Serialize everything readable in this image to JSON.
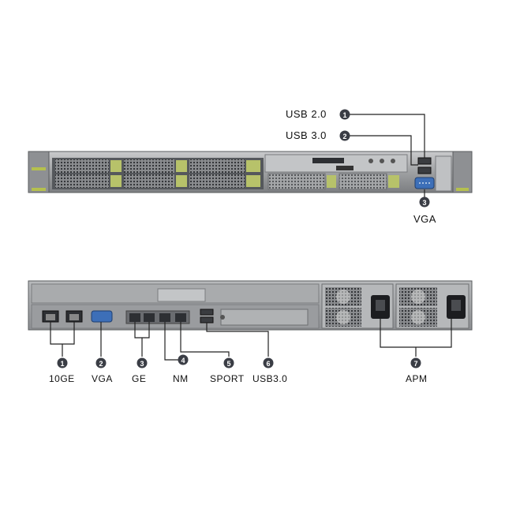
{
  "front_panel": {
    "callouts": [
      {
        "number": "1",
        "label": "USB 2.0"
      },
      {
        "number": "2",
        "label": "USB 3.0"
      },
      {
        "number": "3",
        "label": "VGA"
      }
    ]
  },
  "rear_panel": {
    "callouts": [
      {
        "number": "1",
        "label": "10GE"
      },
      {
        "number": "2",
        "label": "VGA"
      },
      {
        "number": "3",
        "label": "GE"
      },
      {
        "number": "4",
        "label": "NM"
      },
      {
        "number": "5",
        "label": "SPORT"
      },
      {
        "number": "6",
        "label": "USB3.0"
      },
      {
        "number": "7",
        "label": "APM"
      }
    ]
  },
  "colors": {
    "chassis": "#9a9c9e",
    "chassis_dark": "#5e6064",
    "drive_green": "#b7c26a",
    "badge": "#3a3d45",
    "vga_blue": "#3d6fb8",
    "line": "#222222"
  }
}
